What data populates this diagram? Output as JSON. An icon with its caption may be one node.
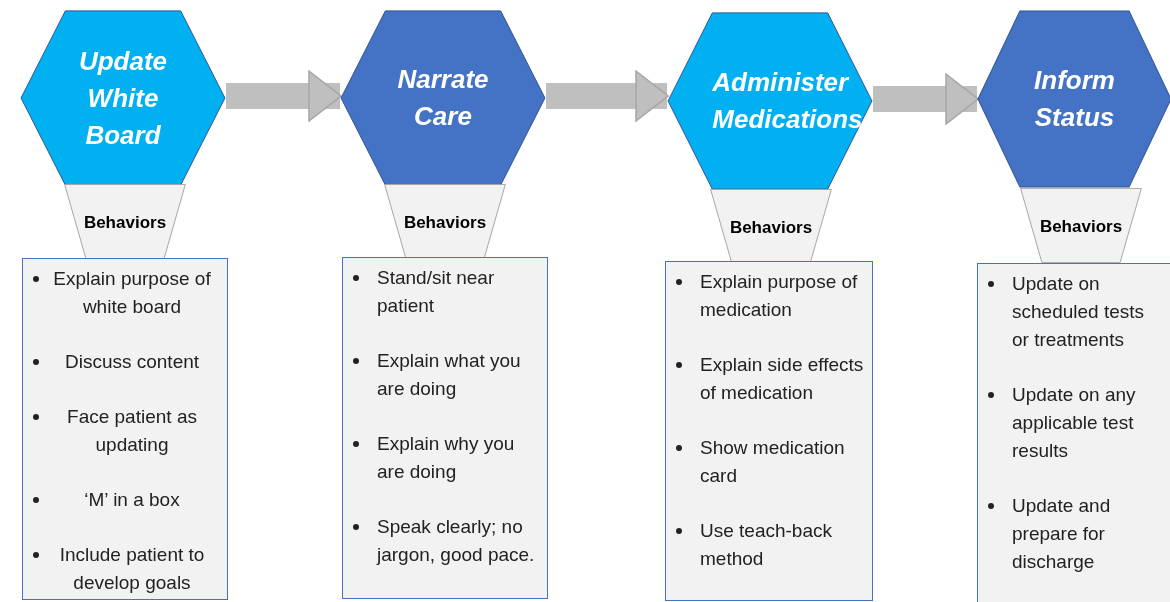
{
  "diagram": {
    "nodes": [
      {
        "text": [
          "Update White Board"
        ]
      },
      {
        "text": [
          "Behaviors"
        ]
      },
      {
        "text": [
          "Explain purpose of white board",
          "Discuss content",
          "Face patient as updating",
          "‘M’ in a box",
          "Include patient to develop goals"
        ]
      },
      {
        "text": [
          "Narrate Care"
        ]
      },
      {
        "text": [
          "Behaviors"
        ]
      },
      {
        "text": [
          "Stand/sit near patient",
          "Explain what you are doing",
          "Explain why you are doing",
          "Speak clearly; no jargon, good pace."
        ]
      },
      {
        "text": [
          "Administer Medications"
        ]
      },
      {
        "text": [
          "Behaviors"
        ]
      },
      {
        "text": [
          "Explain purpose of medication",
          "Explain side effects of medication",
          "Show medication card",
          "Use teach-back method"
        ]
      },
      {
        "text": [
          "Inform Status"
        ]
      },
      {
        "text": [
          "Behaviors"
        ]
      },
      {
        "text": [
          "Update on scheduled tests or treatments",
          "Update on any applicable test results",
          "Update and prepare for discharge"
        ]
      }
    ],
    "edges": [
      {
        "from": 0,
        "to": 3,
        "arrow": "to"
      },
      {
        "from": 3,
        "to": 6,
        "arrow": "to"
      },
      {
        "from": 6,
        "to": 9,
        "arrow": "to"
      }
    ]
  }
}
